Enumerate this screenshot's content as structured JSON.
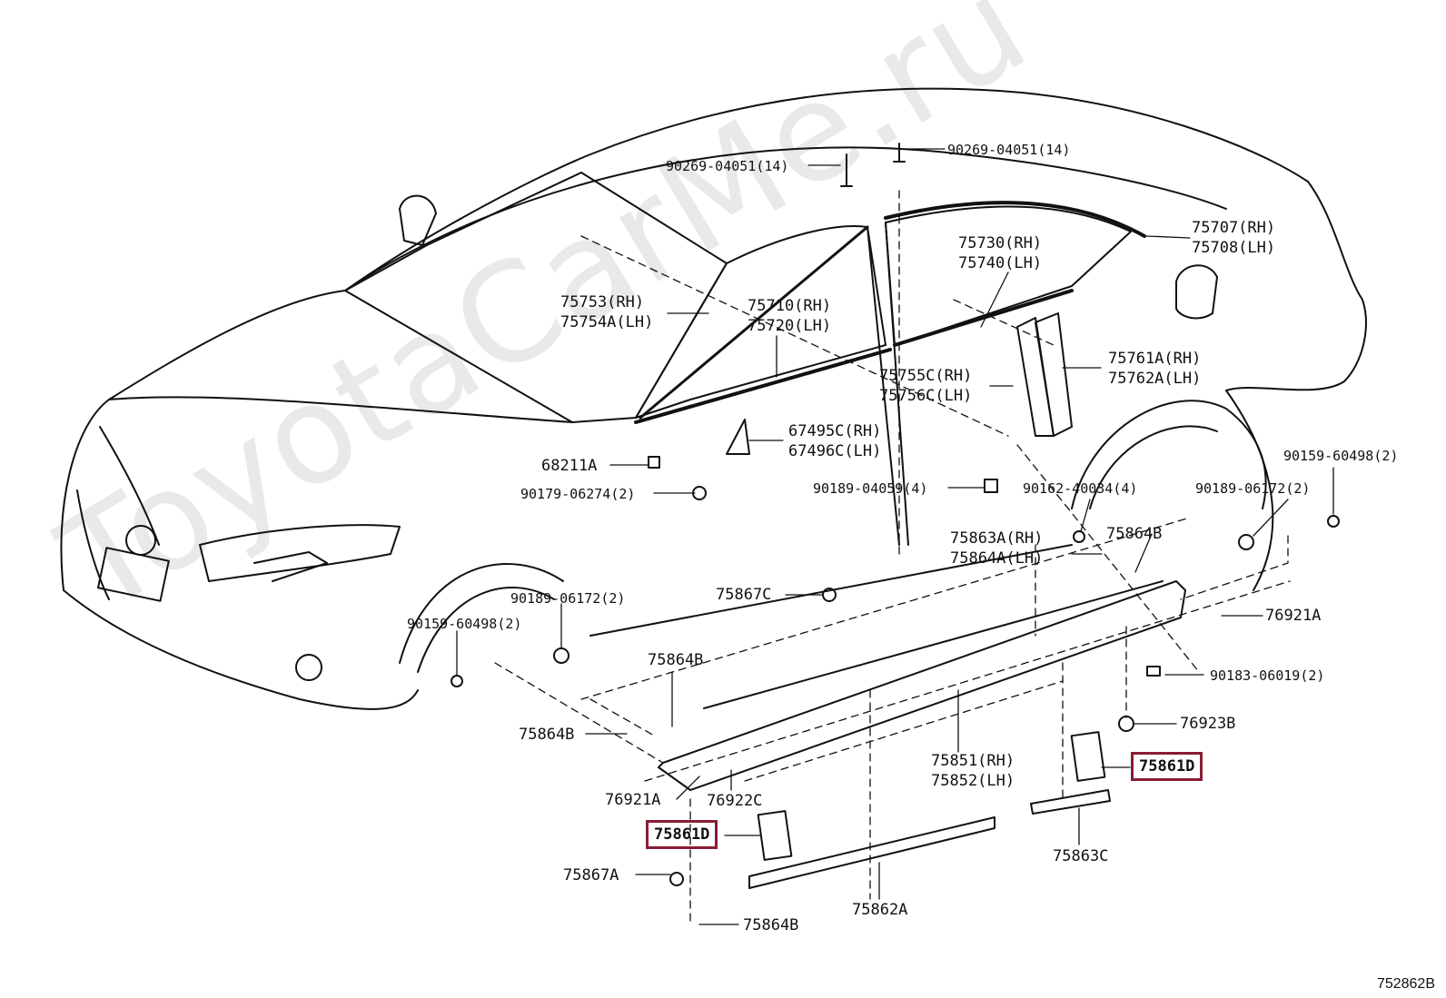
{
  "watermark": "ToyotaCarMe.ru",
  "diagram_id": "752862B",
  "callouts": {
    "c1": "90269-04051(14)",
    "c2": "90269-04051(14)",
    "c3a": "75707(RH)",
    "c3b": "75708(LH)",
    "c4a": "75730(RH)",
    "c4b": "75740(LH)",
    "c5a": "75753(RH)",
    "c5b": "75754A(LH)",
    "c6a": "75710(RH)",
    "c6b": "75720(LH)",
    "c7a": "75761A(RH)",
    "c7b": "75762A(LH)",
    "c8a": "75755C(RH)",
    "c8b": "75756C(LH)",
    "c9a": "67495C(RH)",
    "c9b": "67496C(LH)",
    "c10": "68211A",
    "c11": "90179-06274(2)",
    "c12": "90189-04059(4)",
    "c13": "90162-40034(4)",
    "c14": "90189-06172(2)",
    "c15": "90159-60498(2)",
    "c16a": "75863A(RH)",
    "c16b": "75864A(LH)",
    "c17": "75864B",
    "c18": "75867C",
    "c19": "90189-06172(2)",
    "c20": "90159-60498(2)",
    "c21": "76921A",
    "c22": "90183-06019(2)",
    "c23": "75864B",
    "c24": "76923B",
    "c25": "75864B",
    "c26a": "75851(RH)",
    "c26b": "75852(LH)",
    "c27": "75861D",
    "c28": "76921A",
    "c29": "76922C",
    "c30": "75861D",
    "c31": "75863C",
    "c32": "75867A",
    "c33": "75862A",
    "c34": "75864B"
  },
  "colors": {
    "highlight": "#8a1c34",
    "line": "#111111",
    "watermark": "#e9e9e9"
  }
}
